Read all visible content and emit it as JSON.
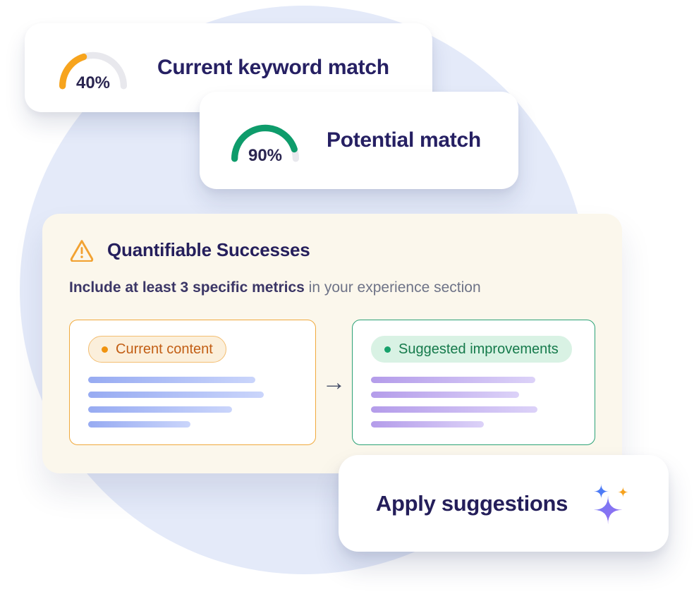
{
  "gauges": [
    {
      "display": "40%",
      "value": 40,
      "label": "Current keyword match",
      "color": "#F7A41D",
      "track": "#E8E8ED"
    },
    {
      "display": "90%",
      "value": 90,
      "label": "Potential match",
      "color": "#0E9C6B",
      "track": "#E8E8ED"
    }
  ],
  "panel": {
    "title": "Quantifiable Successes",
    "subtitle_bold": "Include at least 3 specific metrics",
    "subtitle_rest": " in your experience section",
    "arrow": "→",
    "warning_icon": "warning-triangle",
    "warning_color": "#F2A232",
    "background": "#FBF7EC",
    "current": {
      "badge": "Current content",
      "badge_bg": "#FBEFDB",
      "badge_border": "#F3BE72",
      "text_color": "#C25E14",
      "dot_color": "#F0930F",
      "box_border": "#F0A93C",
      "line_gradient": [
        "#97ABF2",
        "#CAD5FB"
      ],
      "line_widths_pct": [
        80,
        84,
        69,
        49
      ]
    },
    "suggested": {
      "badge": "Suggested improvements",
      "badge_bg": "#D9F2E4",
      "badge_border": "#D9F2E4",
      "text_color": "#157A4B",
      "dot_color": "#17A16B",
      "box_border": "#2BA175",
      "line_gradient": [
        "#B49CEA",
        "#DCD2F8"
      ],
      "line_widths_pct": [
        80,
        72,
        81,
        55
      ]
    }
  },
  "apply_button": {
    "label": "Apply suggestions",
    "icon": "sparkles",
    "icon_colors": {
      "big_star_from": "#6D7CF5",
      "big_star_to": "#9B6CF0",
      "small_star_blue": "#4E7CF6",
      "small_star_orange": "#F6A21E"
    }
  }
}
